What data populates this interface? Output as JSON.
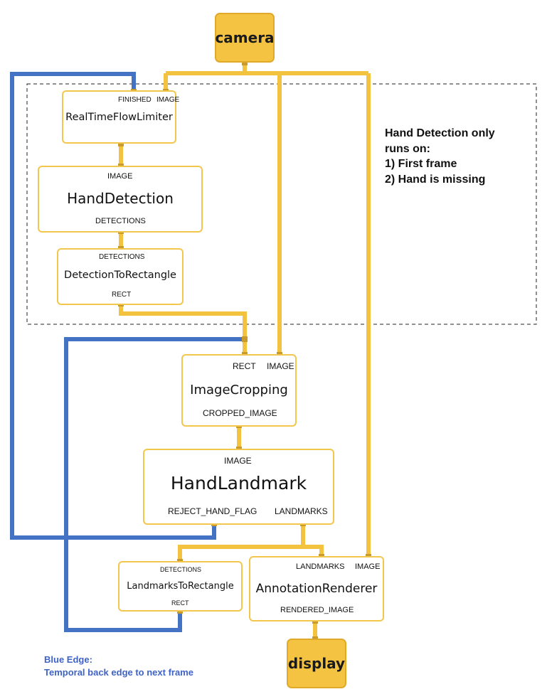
{
  "nodes": {
    "camera": {
      "label": "camera"
    },
    "display": {
      "label": "display"
    },
    "flow_limiter": {
      "title": "RealTimeFlowLimiter",
      "in_ports": [
        "FINISHED",
        "IMAGE"
      ]
    },
    "hand_detection": {
      "title": "HandDetection",
      "in_port": "IMAGE",
      "out_port": "DETECTIONS"
    },
    "detection_to_rect": {
      "title": "DetectionToRectangle",
      "in_port": "DETECTIONS",
      "out_port": "RECT"
    },
    "image_cropping": {
      "title": "ImageCropping",
      "in_ports": [
        "RECT",
        "IMAGE"
      ],
      "out_port": "CROPPED_IMAGE"
    },
    "hand_landmark": {
      "title": "HandLandmark",
      "in_port": "IMAGE",
      "out_ports": [
        "REJECT_HAND_FLAG",
        "LANDMARKS"
      ]
    },
    "landmarks_to_rect": {
      "title": "LandmarksToRectangle",
      "in_port": "DETECTIONS",
      "out_port": "RECT"
    },
    "annotation_renderer": {
      "title": "AnnotationRenderer",
      "in_ports": [
        "LANDMARKS",
        "IMAGE"
      ],
      "out_port": "RENDERED_IMAGE"
    }
  },
  "note": {
    "line1": "Hand Detection only",
    "line2": "runs on:",
    "line3": "1) First frame",
    "line4": "2) Hand is missing"
  },
  "legend": {
    "line1": "Blue Edge:",
    "line2": "Temporal back edge to next frame"
  },
  "colors": {
    "data_edge": "#f3c23f",
    "back_edge": "#4472c4",
    "node_border": "#f3c64d",
    "io_fill": "#f5c342",
    "legend_text": "#3f63c6"
  }
}
